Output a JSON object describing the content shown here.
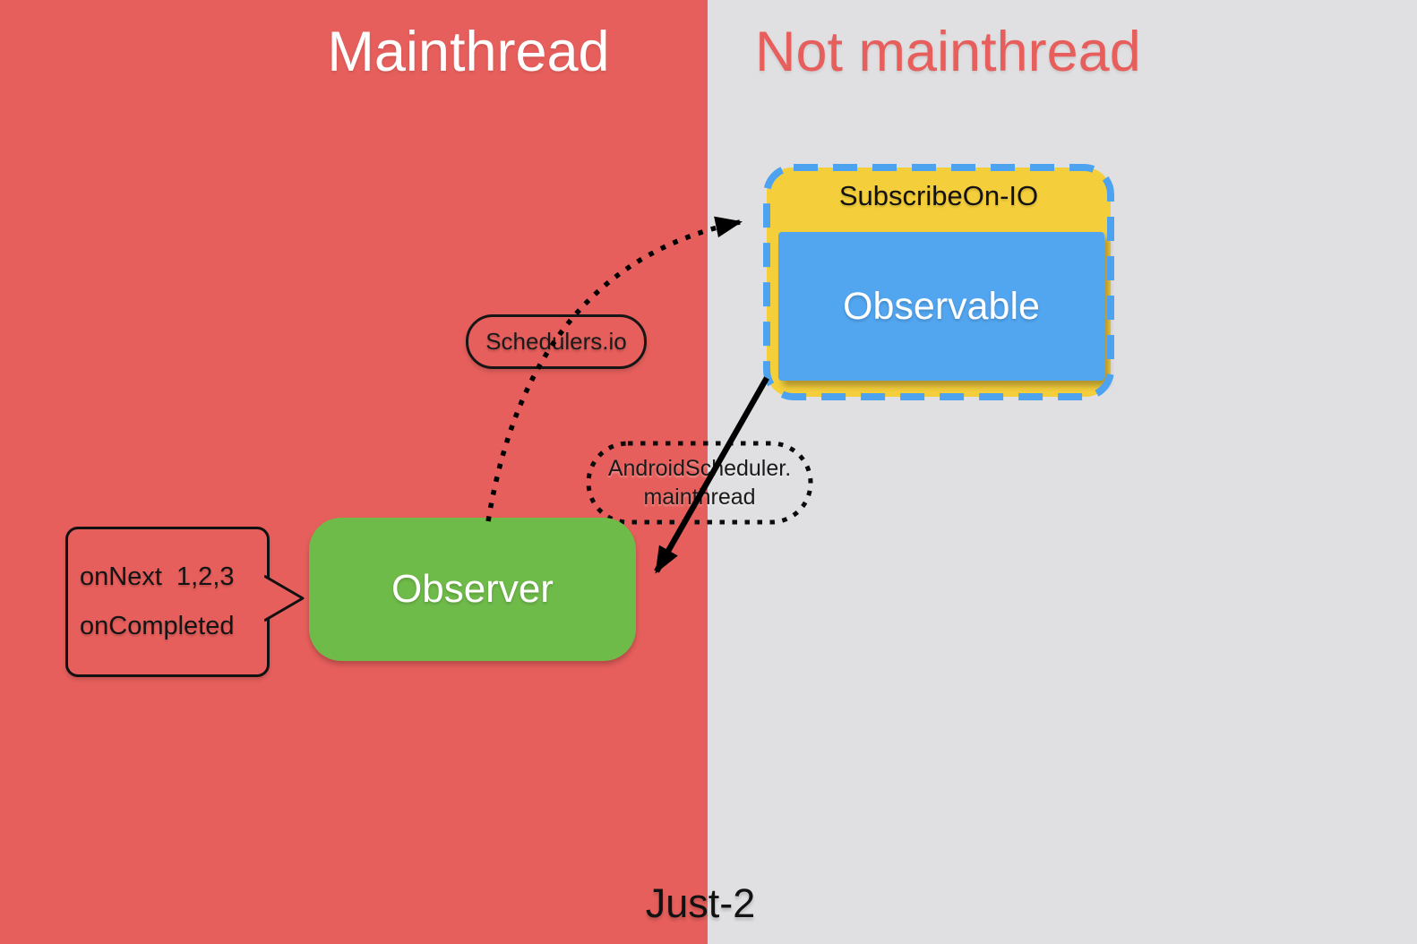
{
  "slide": {
    "header": {
      "left_label": "Mainthread",
      "right_label": "Not mainthread"
    },
    "subscribe_group": {
      "title": "SubscribeOn-IO",
      "inner_box_label": "Observable"
    },
    "scheduler_labels": {
      "io": "Schedulers.io",
      "android_line1": "AndroidScheduler.",
      "android_line2": "mainthread"
    },
    "observer": {
      "label": "Observer"
    },
    "callout": {
      "line1": "onNext  1,2,3",
      "line2": "onCompleted"
    },
    "caption": "Just-2"
  },
  "colors": {
    "mainthread_bg": "#e65f5c",
    "not_mainthread_bg": "#e0e0e2",
    "header_left_text": "#ffffff",
    "header_right_text": "#e65f5c",
    "subscribe_box_fill": "#f4ce3b",
    "subscribe_box_border": "#4ea3f1",
    "observable_fill": "#52a5ef",
    "observer_fill": "#6fbb4a",
    "arrow_color": "#000000"
  }
}
